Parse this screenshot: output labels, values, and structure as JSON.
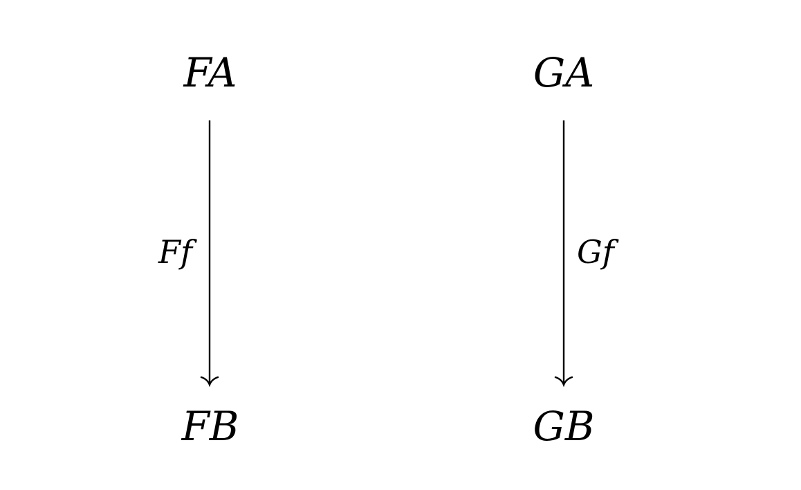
{
  "diagram": {
    "nodes": {
      "fa": "FA",
      "fb": "FB",
      "ga": "GA",
      "gb": "GB"
    },
    "edges": {
      "ff": "Ff",
      "gf": "Gf"
    },
    "colors": {
      "ink": "#000000",
      "background": "#ffffff"
    }
  }
}
